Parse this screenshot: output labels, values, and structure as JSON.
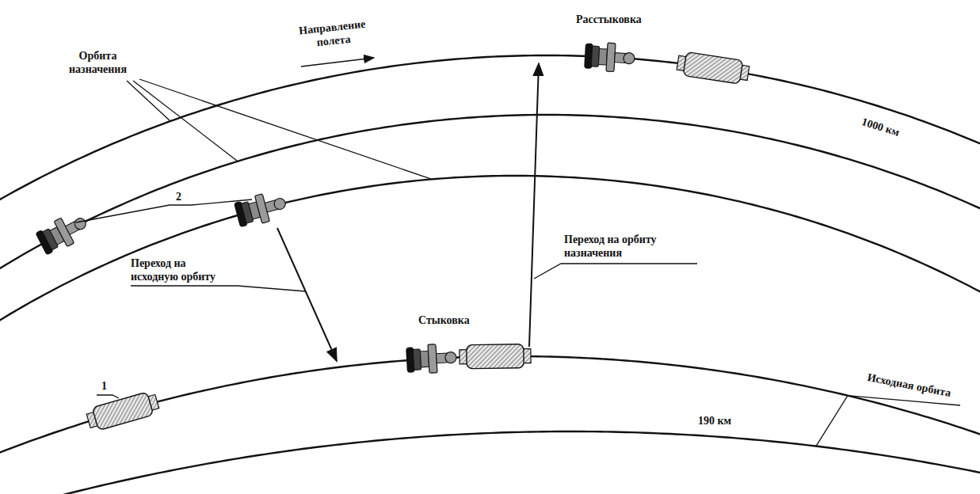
{
  "diagram": {
    "labels": [
      "Орбита назначения",
      "Направление полета",
      "Расстыковка",
      "1000 км",
      "2",
      "Переход на исходную орбиту",
      "Стыковка",
      "Переход на орбиту назначения",
      "1",
      "Исходная орбита",
      "190 км"
    ]
  }
}
